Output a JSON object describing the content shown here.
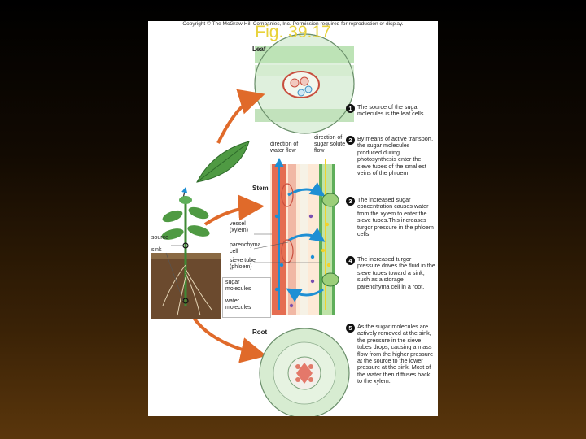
{
  "slide": {
    "title": "Fig. 39.17"
  },
  "figure": {
    "copyright": "Copyright © The McGraw-Hill Companies, Inc. Permission required for reproduction or display.",
    "organs": {
      "leaf": "Leaf",
      "stem": "Stem",
      "root": "Root"
    },
    "labels": {
      "direction_water": "direction of water flow",
      "direction_sugar": "direction of sugar solute flow",
      "vessel": "vessel (xylem)",
      "parenchyma": "parenchyma cell",
      "sieve_tube": "sieve tube (phloem)",
      "source": "source",
      "sink": "sink"
    },
    "legend": {
      "sugar": "sugar molecules",
      "water": "water molecules"
    },
    "colors": {
      "xylem": "#e0573a",
      "phloem": "#5fae5a",
      "water": "#1e8fd4",
      "sugar": "#f1d22a",
      "arrow": "#e06a2a"
    },
    "steps": [
      {
        "num": "1",
        "text": "The source of the sugar molecules is the leaf cells."
      },
      {
        "num": "2",
        "text": "By means of active transport, the sugar molecules produced during photosynthesis enter the sieve tubes of the smallest veins of the phloem."
      },
      {
        "num": "3",
        "text": "The increased sugar concentration causes water from the xylem to enter the sieve tubes.This increases turgor pressure in the phloem cells."
      },
      {
        "num": "4",
        "text": "The increased turgor pressure drives the fluid in the sieve tubes toward a sink, such as a storage parenchyma cell in a root."
      },
      {
        "num": "5",
        "text": "As the sugar molecules are actively removed at the sink, the pressure in the sieve tubes drops, causing a mass flow from the higher pressure at the source to the lower pressure at the sink. Most of the water then diffuses back to the xylem."
      }
    ]
  }
}
